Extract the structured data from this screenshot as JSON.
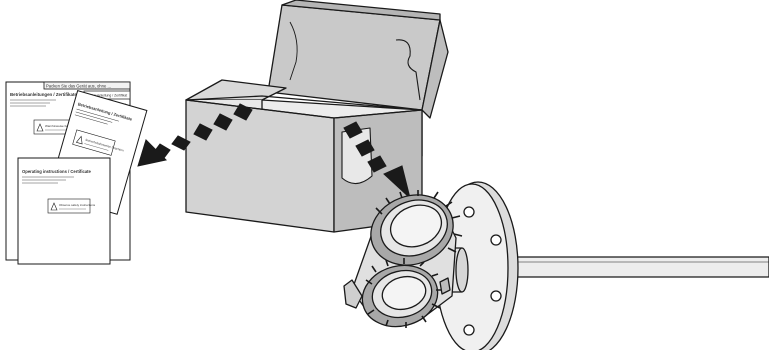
{
  "documents": {
    "back_banner": "Packen Sie das Gerät aus, ohne ...",
    "back_tab": "Einbauanleitung / Zertifikat",
    "back_title": "Betriebsanleitungen / Zertifikate",
    "back_warning": "Warnhinweise beachten",
    "middle_title": "Betriebsanleitung / Zertifikate",
    "middle_warning": "Sicherheitshinweise beachten",
    "front_title": "Operating instructions / Certificate",
    "front_warning": "Observe safety instructions"
  },
  "colors": {
    "line": "#1a1a1a",
    "box_front": "#d3d3d3",
    "box_side": "#bdbdbd",
    "box_inside": "#e8e8e8",
    "device_fill": "#e6e6e6",
    "device_dark": "#a8a8a8",
    "paper": "#ffffff"
  },
  "icons": {
    "arrow_left": "arrow-down-left-icon",
    "arrow_right": "arrow-down-right-icon",
    "warning": "warning-triangle-icon"
  }
}
